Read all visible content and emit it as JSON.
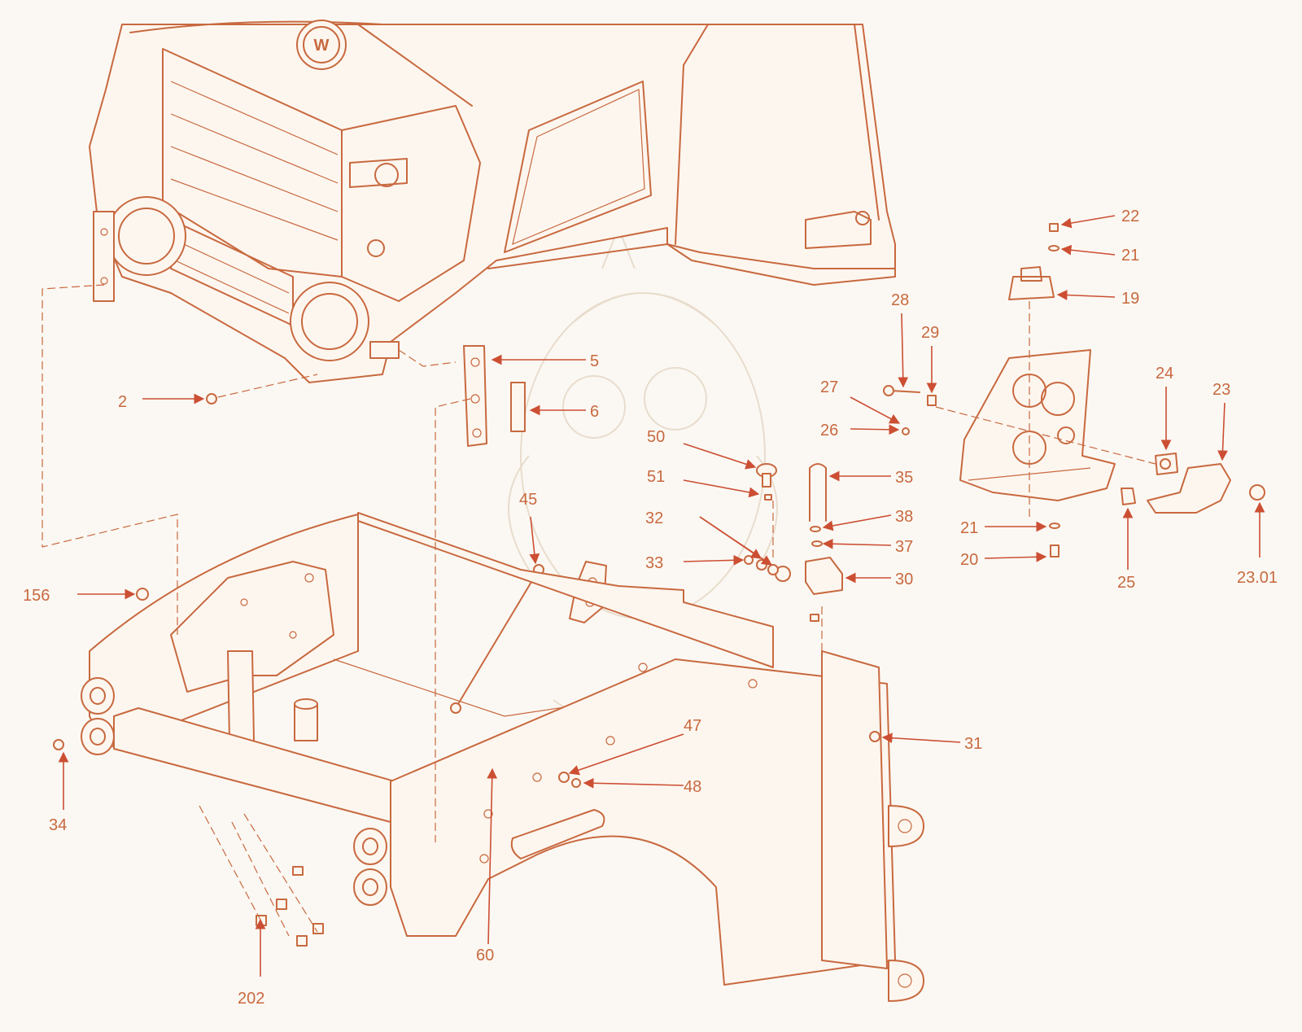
{
  "colors": {
    "line": "#c8693f",
    "arrow": "#cc4f33",
    "background": "#fbf8f3",
    "watermark": "#e8dccd"
  },
  "badge": {
    "letter": "W"
  },
  "callouts": [
    {
      "id": "2",
      "label": "2"
    },
    {
      "id": "5",
      "label": "5"
    },
    {
      "id": "6",
      "label": "6"
    },
    {
      "id": "19",
      "label": "19"
    },
    {
      "id": "20",
      "label": "20"
    },
    {
      "id": "21a",
      "label": "21"
    },
    {
      "id": "21b",
      "label": "21"
    },
    {
      "id": "22",
      "label": "22"
    },
    {
      "id": "23",
      "label": "23"
    },
    {
      "id": "23.01",
      "label": "23.01"
    },
    {
      "id": "24",
      "label": "24"
    },
    {
      "id": "25",
      "label": "25"
    },
    {
      "id": "26",
      "label": "26"
    },
    {
      "id": "27",
      "label": "27"
    },
    {
      "id": "28",
      "label": "28"
    },
    {
      "id": "29",
      "label": "29"
    },
    {
      "id": "30",
      "label": "30"
    },
    {
      "id": "31",
      "label": "31"
    },
    {
      "id": "32",
      "label": "32"
    },
    {
      "id": "33",
      "label": "33"
    },
    {
      "id": "34",
      "label": "34"
    },
    {
      "id": "35",
      "label": "35"
    },
    {
      "id": "37",
      "label": "37"
    },
    {
      "id": "38",
      "label": "38"
    },
    {
      "id": "45",
      "label": "45"
    },
    {
      "id": "47",
      "label": "47"
    },
    {
      "id": "48",
      "label": "48"
    },
    {
      "id": "50",
      "label": "50"
    },
    {
      "id": "51",
      "label": "51"
    },
    {
      "id": "60",
      "label": "60"
    },
    {
      "id": "156",
      "label": "156"
    },
    {
      "id": "202",
      "label": "202"
    }
  ]
}
